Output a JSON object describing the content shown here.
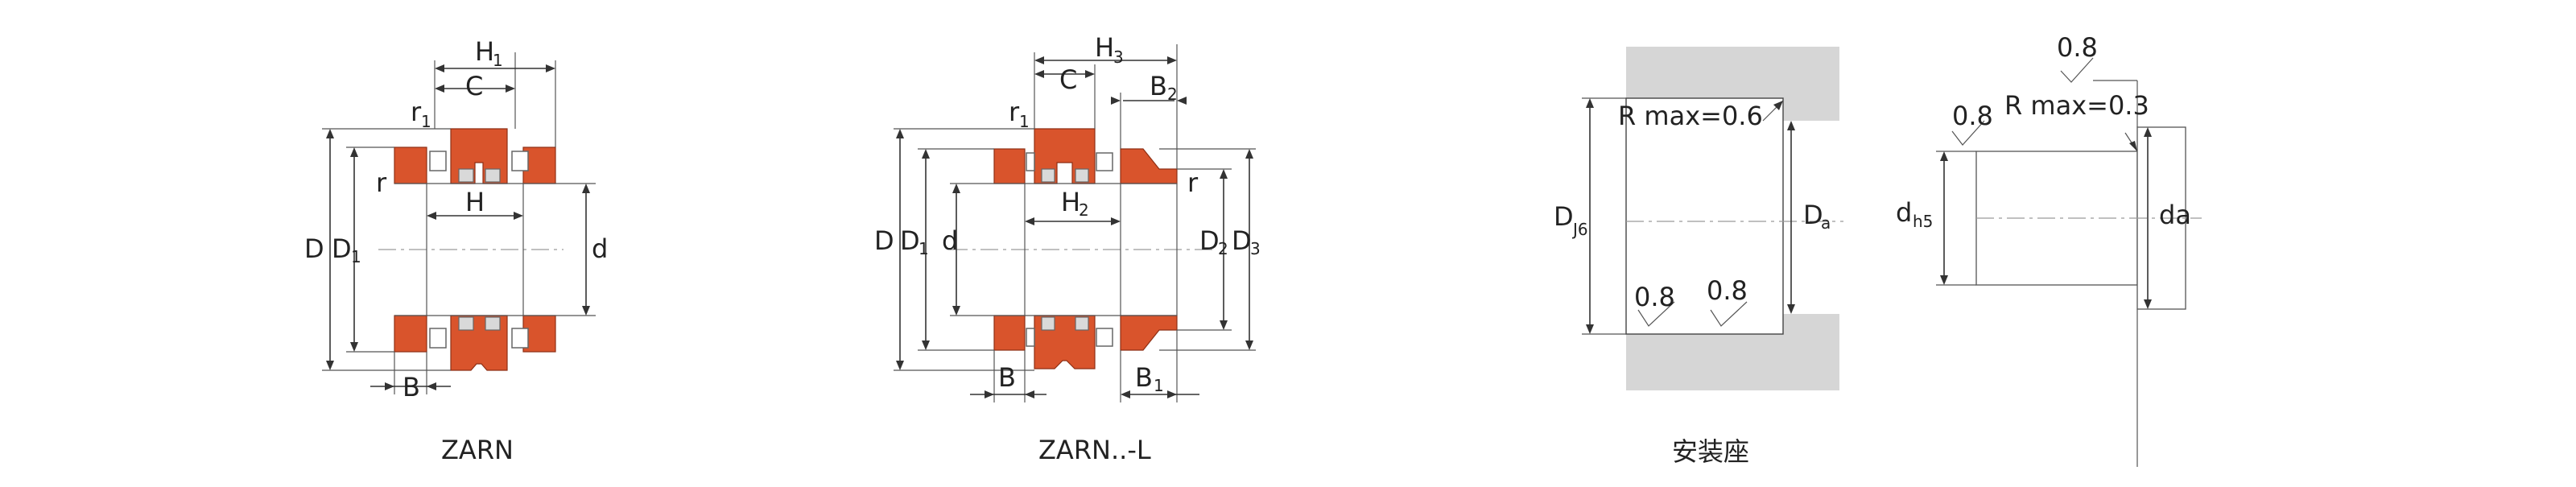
{
  "figures": {
    "zarn": {
      "caption": "ZARN",
      "labels": {
        "H1": "H",
        "H1_sub": "1",
        "C": "C",
        "r1": "r",
        "r1_sub": "1",
        "r": "r",
        "H": "H",
        "D": "D",
        "D1": "D",
        "D1_sub": "1",
        "d": "d",
        "B": "B"
      }
    },
    "zarn_l": {
      "caption": "ZARN..-L",
      "labels": {
        "H3": "H",
        "H3_sub": "3",
        "C": "C",
        "B2": "B",
        "B2_sub": "2",
        "r1": "r",
        "r1_sub": "1",
        "r": "r",
        "H2": "H",
        "H2_sub": "2",
        "D": "D",
        "D1": "D",
        "D1_sub": "1",
        "d": "d",
        "D2": "D",
        "D2_sub": "2",
        "D3": "D",
        "D3_sub": "3",
        "B": "B",
        "B1": "B",
        "B1_sub": "1"
      }
    },
    "housing": {
      "caption": "安装座",
      "labels": {
        "rmax": "R max=0.6",
        "DJ6": "D",
        "DJ6_sub": "J6",
        "Da": "D",
        "Da_sub": "a",
        "rough1": "0.8",
        "rough2": "0.8"
      }
    },
    "shaft": {
      "labels": {
        "rough_top": "0.8",
        "rough_left": "0.8",
        "rmax": "R max=0.3",
        "dh5": "d",
        "dh5_sub": "h5",
        "da": "da"
      }
    }
  },
  "colors": {
    "ring": "#d9542c",
    "housing": "#d6d6d6"
  }
}
